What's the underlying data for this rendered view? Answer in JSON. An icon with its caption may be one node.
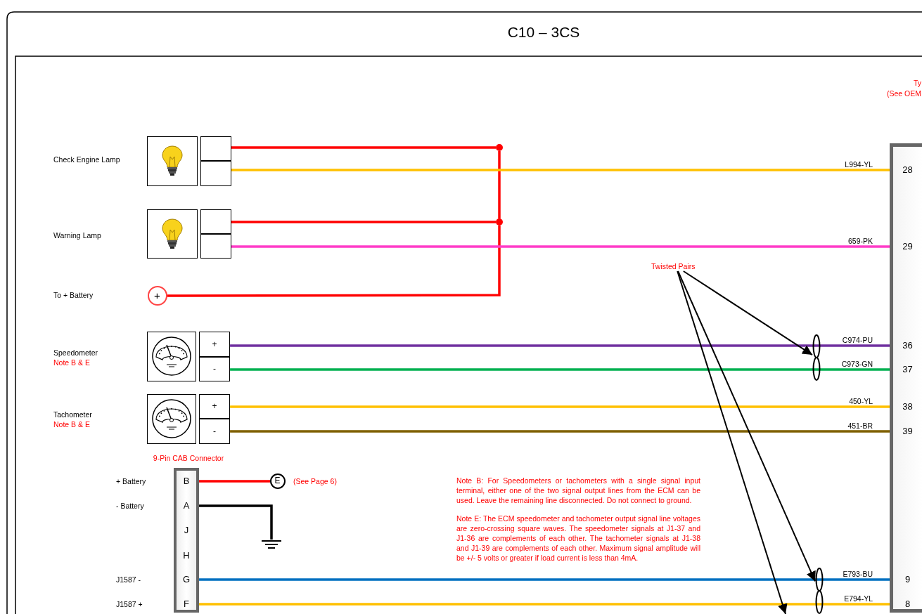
{
  "diagram": {
    "title": "C10 – 3CS",
    "nodes": [
      {
        "text": [],
        "shape": "picture"
      },
      {
        "text": [],
        "shape": "box"
      },
      {
        "text": [],
        "shape": "box"
      },
      {
        "text": [],
        "shape": "picture"
      },
      {
        "text": [],
        "shape": "box"
      },
      {
        "text": [],
        "shape": "box"
      },
      {
        "text": [
          "+"
        ]
      },
      {
        "text": [],
        "shape": "picture"
      },
      {
        "text": [
          "+"
        ]
      },
      {
        "text": [
          "-"
        ]
      },
      {
        "text": [],
        "shape": "picture"
      },
      {
        "text": [
          "+"
        ]
      },
      {
        "text": [
          "-"
        ]
      },
      {
        "text": [
          "9-Pin CAB Connector"
        ]
      },
      {
        "text": [
          "B"
        ],
        "in": 13
      },
      {
        "text": [
          "A"
        ],
        "in": 13
      },
      {
        "text": [
          "J"
        ],
        "in": 13
      },
      {
        "text": [
          "H"
        ],
        "in": 13
      },
      {
        "text": [
          "G"
        ],
        "in": 13
      },
      {
        "text": [
          "F"
        ],
        "in": 13
      },
      {
        "text": [
          "E"
        ],
        "beside": [
          "(See Page 6)"
        ]
      },
      {
        "text": [],
        "shape": "ground"
      },
      {
        "text": [],
        "shape": "box"
      },
      {
        "text": [
          "28"
        ],
        "in": 22
      },
      {
        "text": [
          "29"
        ],
        "in": 22
      },
      {
        "text": [
          "36"
        ],
        "in": 22
      },
      {
        "text": [
          "37"
        ],
        "in": 22
      },
      {
        "text": [
          "38"
        ],
        "in": 22
      },
      {
        "text": [
          "39"
        ],
        "in": 22
      },
      {
        "text": [
          "9"
        ],
        "in": 22
      },
      {
        "text": [
          "8"
        ],
        "in": 22
      },
      {
        "text": [],
        "shape": "dot"
      },
      {
        "text": [],
        "shape": "dot"
      },
      {
        "text": [
          "Twisted Pairs"
        ]
      },
      {
        "text": [],
        "shape": "twist"
      },
      {
        "text": [],
        "shape": "twist"
      }
    ],
    "edges": [
      {
        "from": 1,
        "to": 31,
        "arrow": "none",
        "color": "#ff0000"
      },
      {
        "from": 31,
        "to": 32,
        "arrow": "none",
        "color": "#ff0000"
      },
      {
        "from": 4,
        "to": 32,
        "arrow": "none",
        "color": "#ff0000"
      },
      {
        "from": 32,
        "to": 6,
        "arrow": "none",
        "color": "#ff0000"
      },
      {
        "from": 2,
        "to": 23,
        "arrow": "none",
        "label": "L994-YL",
        "color": "#ffc000"
      },
      {
        "from": 5,
        "to": 24,
        "arrow": "none",
        "label": "659-PK",
        "color": "#ff3cc8"
      },
      {
        "from": 8,
        "to": 25,
        "arrow": "none",
        "label": "C974-PU",
        "color": "#7030a0"
      },
      {
        "from": 9,
        "to": 26,
        "arrow": "none",
        "label": "C973-GN",
        "color": "#00b050"
      },
      {
        "from": 11,
        "to": 27,
        "arrow": "none",
        "label": "450-YL",
        "color": "#ffc000"
      },
      {
        "from": 12,
        "to": 28,
        "arrow": "none",
        "label": "451-BR",
        "color": "#7f6000"
      },
      {
        "from": 14,
        "to": 20,
        "arrow": "none",
        "color": "#ff0000"
      },
      {
        "from": 15,
        "to": 21,
        "arrow": "none",
        "color": "#000000"
      },
      {
        "from": 18,
        "to": 29,
        "arrow": "none",
        "label": "E793-BU",
        "color": "#0070c0"
      },
      {
        "from": 19,
        "to": 30,
        "arrow": "none",
        "label": "E794-YL",
        "color": "#ffc000"
      },
      {
        "from": 33,
        "to": 34,
        "arrow": "to",
        "color": "#000000"
      },
      {
        "from": 33,
        "to": 35,
        "arrow": "to",
        "color": "#000000"
      },
      {
        "from": 33,
        "to": null,
        "arrow": "to",
        "color": "#000000"
      }
    ],
    "labels": [
      "Ty",
      "(See OEM",
      "Check Engine Lamp",
      "Warning Lamp",
      "To + Battery",
      "Speedometer",
      "Note B & E",
      "Tachometer",
      "Note B & E",
      "+ Battery",
      "- Battery",
      "J1587 -",
      "J1587 +",
      "Note B: For Speedometers or tachometers with a single signal input terminal, either one of the two signal output lines from the ECM can be used. Leave the remaining line disconnected. Do not connect to ground.",
      "Note E: The ECM speedometer and tachometer output signal line voltages are zero-crossing square waves. The speedometer signals at J1-37 and J1-36 are complements of each other. The tachometer signals at J1-38 and J1-39 are complements of each other. Maximum signal amplitude will be +/- 5 volts or greater if load current is less than 4mA."
    ]
  }
}
